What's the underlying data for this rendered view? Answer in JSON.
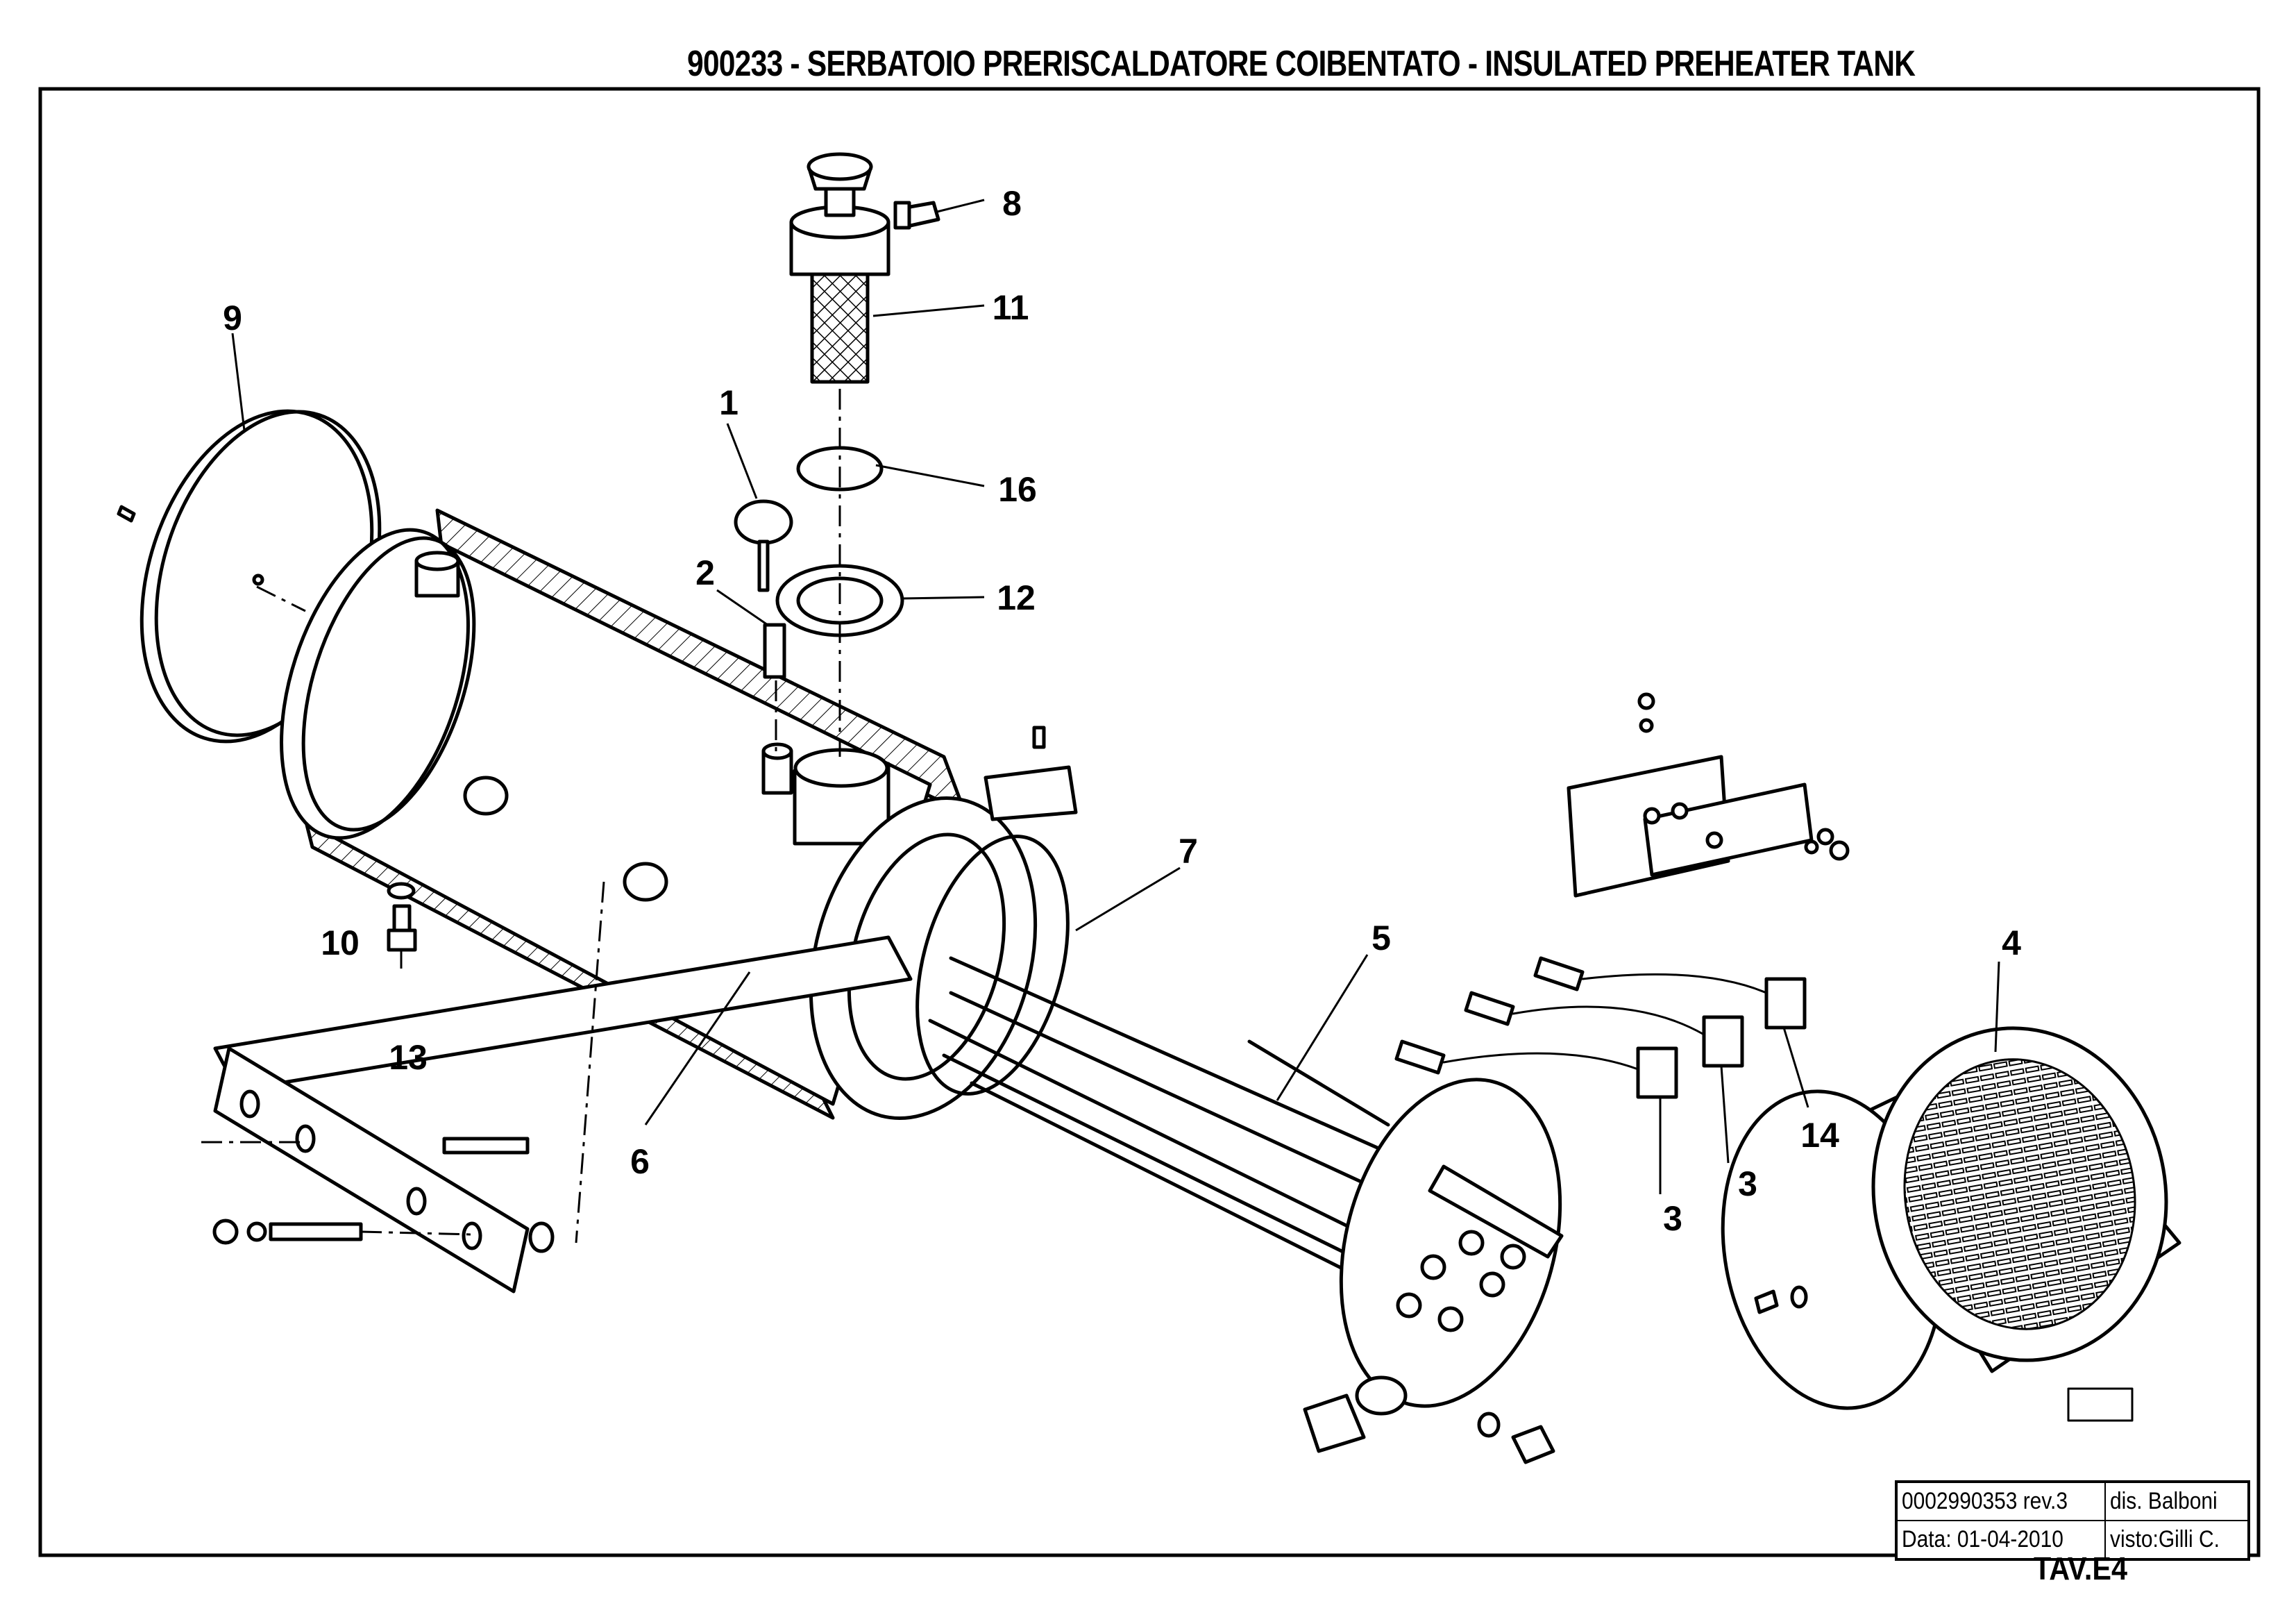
{
  "title": "900233 - SERBATOIO PRERISCALDATORE COIBENTATO - INSULATED PREHEATER TANK",
  "sheet_id": "TAV.E4",
  "title_block": {
    "drawing_number": "0002990353 rev.3",
    "drawn_by": "dis. Balboni",
    "date": "Data: 01-04-2010",
    "checked_by": "visto:Gilli C."
  },
  "part_labels": {
    "p1": "1",
    "p2": "2",
    "p3a": "3",
    "p3b": "3",
    "p4": "4",
    "p5": "5",
    "p6": "6",
    "p7": "7",
    "p8": "8",
    "p9": "9",
    "p10": "10",
    "p11": "11",
    "p12": "12",
    "p13": "13",
    "p14": "14",
    "p16": "16"
  }
}
